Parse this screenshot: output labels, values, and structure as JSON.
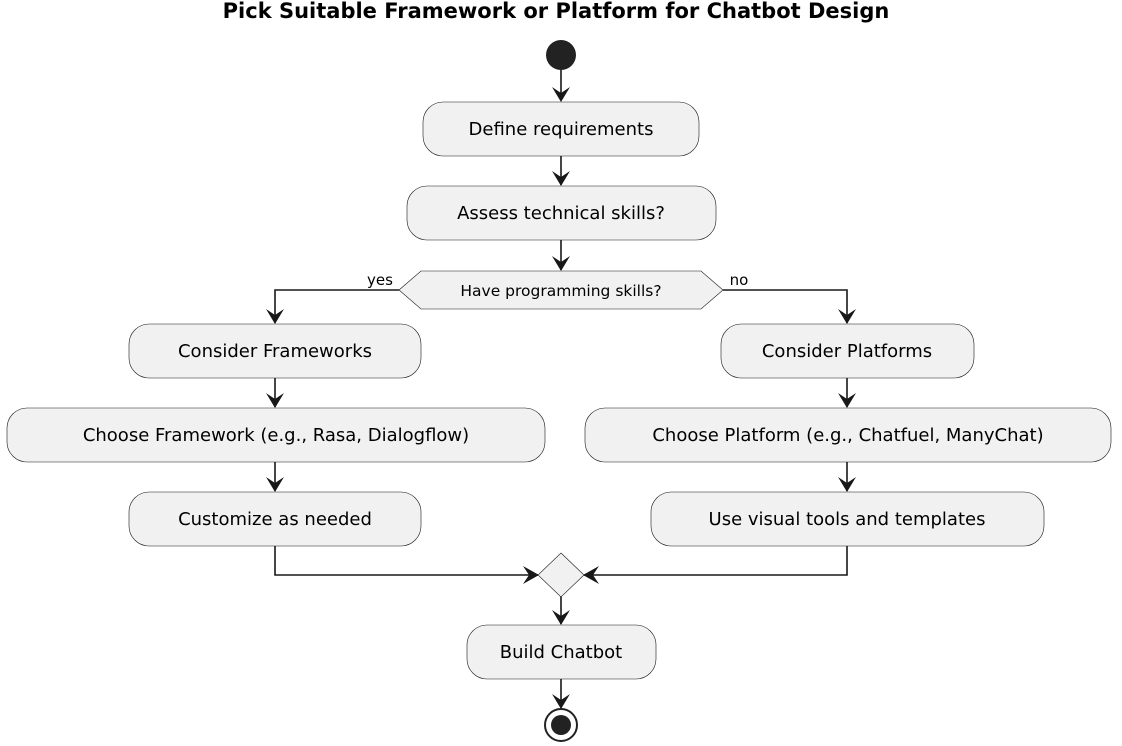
{
  "title": "Pick Suitable Framework or Platform for Chatbot Design",
  "nodes": {
    "define": "Define requirements",
    "assess": "Assess technical skills?",
    "decision": "Have programming skills?",
    "yes_label": "yes",
    "no_label": "no",
    "frameworks": "Consider Frameworks",
    "choose_framework": "Choose Framework (e.g., Rasa, Dialogflow)",
    "customize": "Customize as needed",
    "platforms": "Consider Platforms",
    "choose_platform": "Choose Platform (e.g., Chatfuel, ManyChat)",
    "visual_tools": "Use visual tools and templates",
    "build": "Build Chatbot"
  }
}
